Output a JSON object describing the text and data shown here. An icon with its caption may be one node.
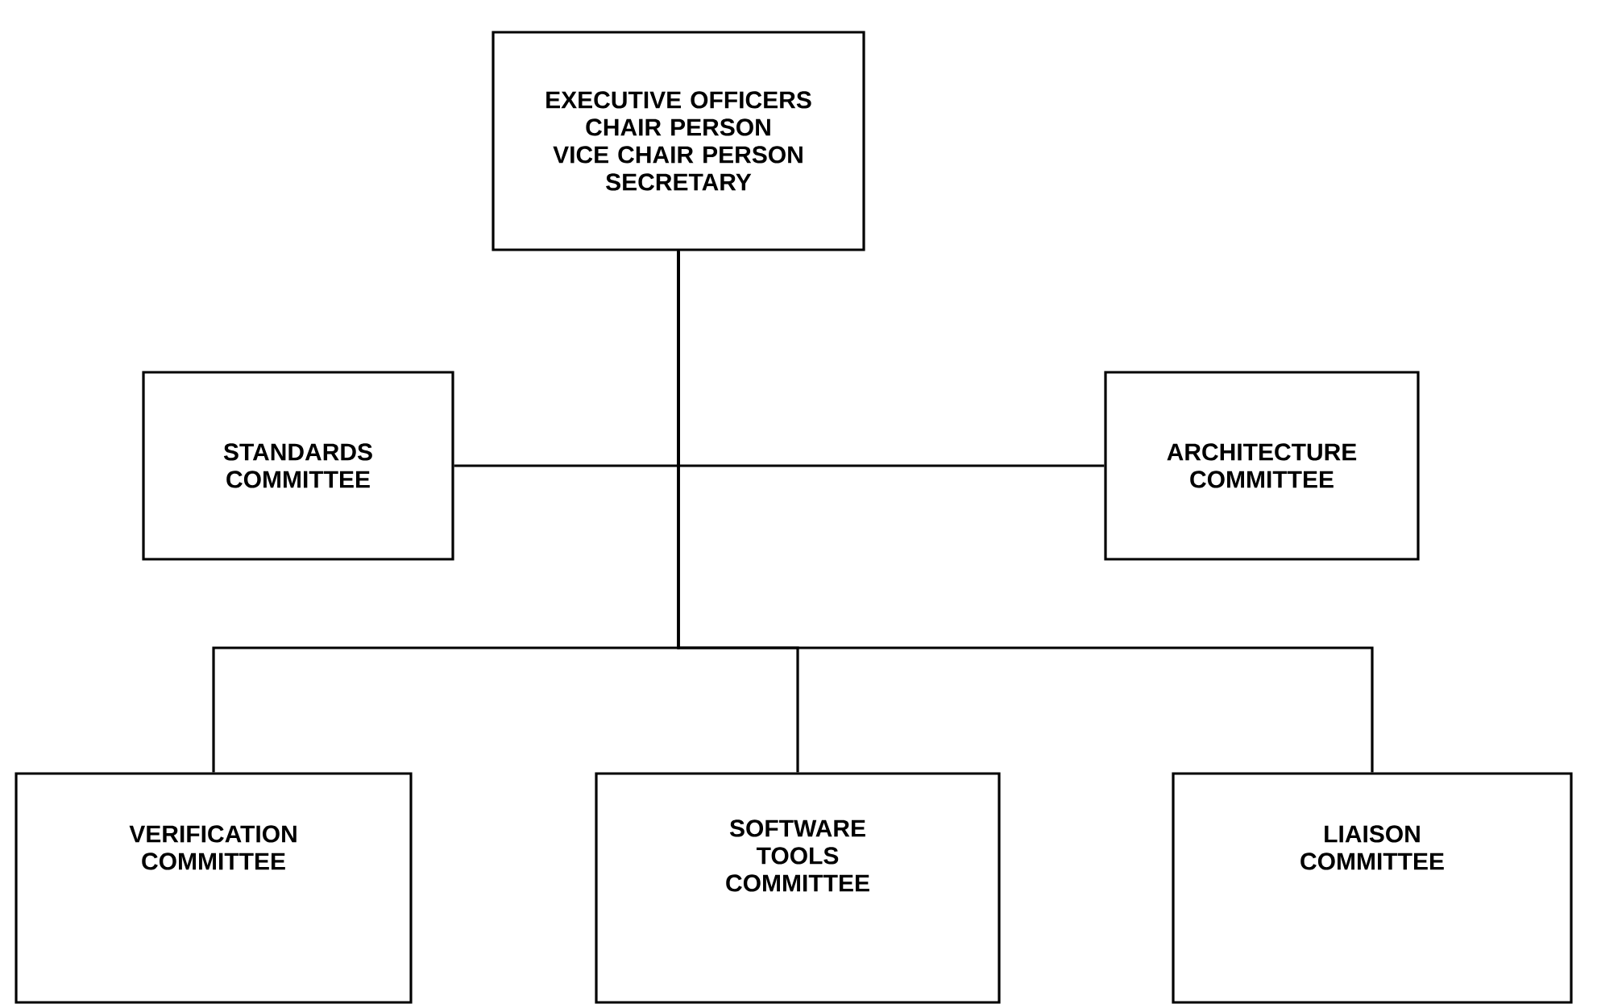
{
  "diagram": {
    "nodes": [
      {
        "text": [
          "EXECUTIVE OFFICERS",
          "CHAIR PERSON",
          "VICE CHAIR PERSON",
          "SECRETARY"
        ]
      },
      {
        "text": [
          "STANDARDS COMMITTEE"
        ]
      },
      {
        "text": [
          "ARCHITECTURE COMMITTEE"
        ]
      },
      {
        "text": [
          "VERIFICATION COMMITTEE"
        ]
      },
      {
        "text": [
          "SOFTWARE TOOLS COMMITTEE"
        ]
      },
      {
        "text": [
          "LIAISON COMMITTEE"
        ]
      }
    ],
    "edges": [
      {
        "from": 0,
        "to": 1,
        "arrow": "none"
      },
      {
        "from": 0,
        "to": 2,
        "arrow": "none"
      },
      {
        "from": 0,
        "to": 3,
        "arrow": "none"
      },
      {
        "from": 0,
        "to": 4,
        "arrow": "none"
      },
      {
        "from": 0,
        "to": 5,
        "arrow": "none"
      }
    ]
  }
}
